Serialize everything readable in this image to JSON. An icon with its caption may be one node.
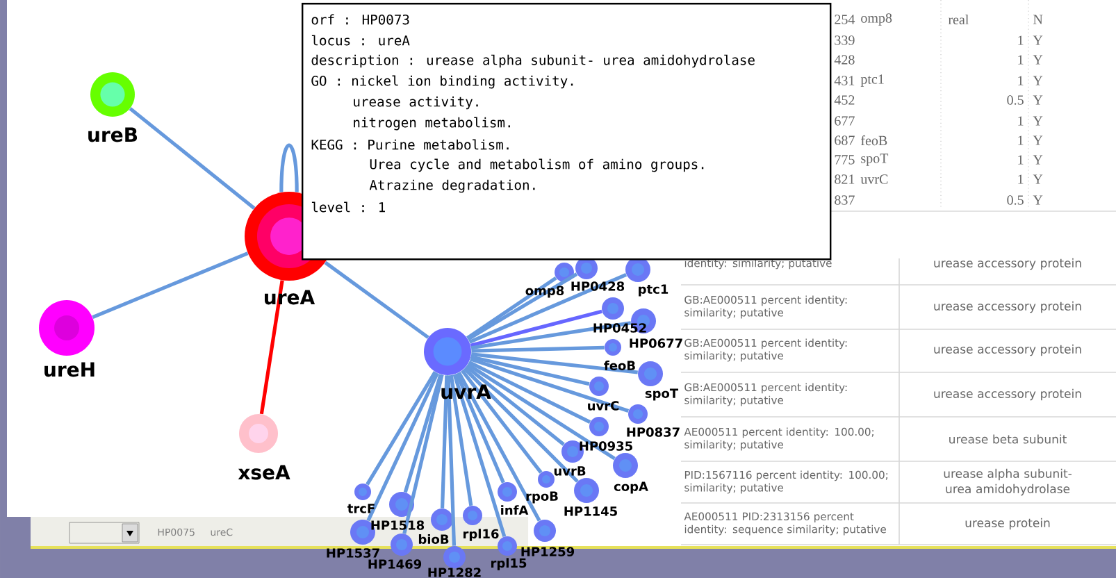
{
  "diagram": {
    "nodes": [
      {
        "text": [
          "ureB"
        ]
      },
      {
        "text": [
          "ureA"
        ]
      },
      {
        "text": [
          "ureH"
        ]
      },
      {
        "text": [
          "xseA"
        ]
      },
      {
        "text": [
          "uvrA"
        ]
      },
      {
        "text": [
          "omp8"
        ]
      },
      {
        "text": [
          "HP0428"
        ]
      },
      {
        "text": [
          "ptc1"
        ]
      },
      {
        "text": [
          "HP0452"
        ]
      },
      {
        "text": [
          "HP0677"
        ]
      },
      {
        "text": [
          "feoB"
        ]
      },
      {
        "text": [
          "spoT"
        ]
      },
      {
        "text": [
          "uvrC"
        ]
      },
      {
        "text": [
          "HP0837"
        ]
      },
      {
        "text": [
          "HP0935"
        ]
      },
      {
        "text": [
          "uvrB"
        ]
      },
      {
        "text": [
          "copA"
        ]
      },
      {
        "text": [
          "rpoB"
        ]
      },
      {
        "text": [
          "HP1145"
        ]
      },
      {
        "text": [
          "HP1259"
        ]
      },
      {
        "text": [
          "trcF"
        ]
      },
      {
        "text": [
          "HP1518"
        ]
      },
      {
        "text": [
          "HP1537"
        ]
      },
      {
        "text": [
          "HP1469"
        ]
      },
      {
        "text": [
          "bioB"
        ]
      },
      {
        "text": [
          "rpl16"
        ]
      },
      {
        "text": [
          "infA"
        ]
      },
      {
        "text": [
          "rpl15"
        ]
      },
      {
        "text": [
          "HP1282"
        ]
      },
      {
        "text": [
          "orf : HP0073",
          "locus : ureA",
          "description : urease alpha subunit- urea amidohydrolase",
          "GO : nickel ion binding activity.",
          "urease activity.",
          "nitrogen metabolism.",
          "KEGG : Purine metabolism.",
          "Urea cycle and metabolism of amino groups.",
          "Atrazine degradation.",
          "level : 1"
        ]
      }
    ],
    "edges": [
      {
        "from": 0,
        "to": 1,
        "arrow": "none"
      },
      {
        "from": 2,
        "to": 1,
        "arrow": "none"
      },
      {
        "from": 3,
        "to": 1,
        "arrow": "none",
        "color": "#ff0000"
      },
      {
        "from": 1,
        "to": 1,
        "arrow": "none"
      },
      {
        "from": 1,
        "to": 4,
        "arrow": "none"
      },
      {
        "from": 4,
        "to": 5,
        "arrow": "none"
      },
      {
        "from": 4,
        "to": 6,
        "arrow": "none"
      },
      {
        "from": 4,
        "to": 7,
        "arrow": "none"
      },
      {
        "from": 4,
        "to": 8,
        "arrow": "none",
        "color": "#6666ff"
      },
      {
        "from": 4,
        "to": 9,
        "arrow": "none"
      },
      {
        "from": 4,
        "to": 10,
        "arrow": "none"
      },
      {
        "from": 4,
        "to": 11,
        "arrow": "none"
      },
      {
        "from": 4,
        "to": 12,
        "arrow": "none"
      },
      {
        "from": 4,
        "to": 13,
        "arrow": "none"
      },
      {
        "from": 4,
        "to": 14,
        "arrow": "none"
      },
      {
        "from": 4,
        "to": 15,
        "arrow": "none"
      },
      {
        "from": 4,
        "to": 16,
        "arrow": "none"
      },
      {
        "from": 4,
        "to": 17,
        "arrow": "none"
      },
      {
        "from": 4,
        "to": 18,
        "arrow": "none"
      },
      {
        "from": 4,
        "to": 19,
        "arrow": "none"
      },
      {
        "from": 4,
        "to": 20,
        "arrow": "none"
      },
      {
        "from": 4,
        "to": 21,
        "arrow": "none"
      },
      {
        "from": 4,
        "to": 22,
        "arrow": "none"
      },
      {
        "from": 4,
        "to": 23,
        "arrow": "none"
      },
      {
        "from": 4,
        "to": 24,
        "arrow": "none"
      },
      {
        "from": 4,
        "to": 25,
        "arrow": "none"
      },
      {
        "from": 4,
        "to": 26,
        "arrow": "none"
      },
      {
        "from": 4,
        "to": 27,
        "arrow": "none"
      },
      {
        "from": 4,
        "to": 28,
        "arrow": "none"
      }
    ],
    "labels": [
      "254",
      "omp8",
      "real",
      "N",
      "339",
      "1",
      "Y",
      "428",
      "1",
      "Y",
      "431",
      "ptc1",
      "1",
      "Y",
      "452",
      "0.5",
      "Y",
      "677",
      "1",
      "Y",
      "687",
      "feoB",
      "1",
      "Y",
      "775",
      "spoT",
      "1",
      "Y",
      "821",
      "uvrC",
      "1",
      "Y",
      "837",
      "0.5",
      "Y",
      "identity: similarity; putative",
      "urease accessory protein",
      "GB:AE000511 percent identity: similarity; putative",
      "urease accessory protein",
      "GB:AE000511 percent identity: similarity; putative",
      "urease accessory protein",
      "GB:AE000511 percent identity: similarity; putative",
      "urease accessory protein",
      "AE000511 percent identity: 100.00; similarity; putative",
      "urease beta subunit",
      "PID:1567116 percent identity: 100.00; similarity; putative",
      "urease alpha subunit- urea amidohydrolase",
      "AE000511 PID:2313156 percent identity: sequence similarity; putative",
      "urease protein",
      "HP0075",
      "ureC"
    ]
  }
}
